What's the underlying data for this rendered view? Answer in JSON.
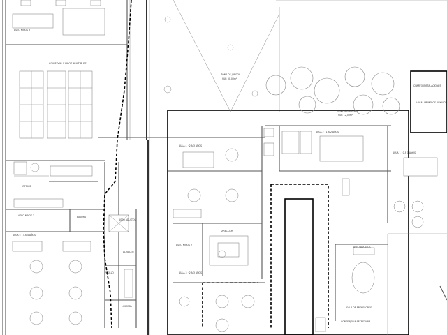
{
  "rooms": {
    "comedor": "COMEDOR Y USOS MULTIPLES",
    "aseo_ninos_top": "ASEO NIÑOS 3",
    "office": "OFFICE",
    "aseo_ninos_mid": "ASEO NIÑOS 3",
    "basura": "BASURA",
    "aula_left": "AULA 5 · 3 A 4 AÑOS",
    "aseo_adultos_left": "ASEO ADULTOS",
    "pasillo_left": "PASILLO",
    "almacen": "ALMACEN",
    "limpieza": "LIMPIEZA",
    "zona_juegos": "ZONA DE JUEGOS",
    "zona_juegos_area": "SUP. 30,00m²",
    "aula_mid_top": "AULA 4 · 2 A 3 AÑOS",
    "aseo_ninos_center": "ASEO NIÑOS 2",
    "direccion": "DIRECCION",
    "aula_bottom_center": "AULA 3 · 2 A 3 AÑOS",
    "zona_almacenaje": "ZONA ALMACENAJE",
    "zona_almacenaje_area": "SUP. 12,00m²",
    "aula_right_top": "AULA 2 · 1 A 2 AÑOS",
    "aula_far_right": "AULA 1 · 0 A 1 AÑOS",
    "cuarto": "CUARTO INSTALACIONES",
    "local": "LOCAL PRIMEROS AUXILIOS",
    "aseo_adultos_right": "ASEO ADULTOS",
    "sala_profesores": "SALA DE PROFESORES",
    "conserjeria": "CONSERJERIA SECRETARIA"
  }
}
